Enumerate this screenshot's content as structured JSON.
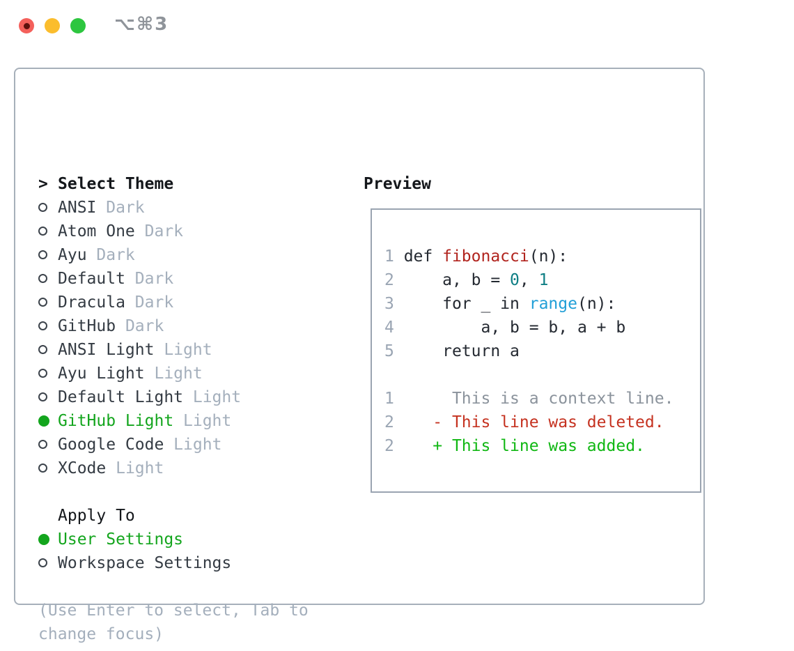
{
  "colors": {
    "fg": "#242931",
    "heading": "#14171b",
    "item": "#343b43",
    "muted": "#a4afbc",
    "lnum": "#9aa5b3",
    "ctx": "#8b939c",
    "green": "#13a51d",
    "green_bright": "#10b713",
    "red": "#b1241e",
    "red_bright": "#c53220",
    "teal": "#0e7e84",
    "blue": "#219fd7",
    "traffic_red": "#f4605b",
    "traffic_yellow": "#fbbd2d",
    "traffic_green": "#2dc63f"
  },
  "titlebar": {
    "title": "⌥⌘3",
    "buttons": [
      "close",
      "minimize",
      "zoom"
    ]
  },
  "left": {
    "prompt": ">",
    "title": "Select Theme",
    "themes": [
      {
        "name": "ANSI",
        "variant": "Dark",
        "selected": false
      },
      {
        "name": "Atom One",
        "variant": "Dark",
        "selected": false
      },
      {
        "name": "Ayu",
        "variant": "Dark",
        "selected": false
      },
      {
        "name": "Default",
        "variant": "Dark",
        "selected": false
      },
      {
        "name": "Dracula",
        "variant": "Dark",
        "selected": false
      },
      {
        "name": "GitHub",
        "variant": "Dark",
        "selected": false
      },
      {
        "name": "ANSI Light",
        "variant": "Light",
        "selected": false
      },
      {
        "name": "Ayu Light",
        "variant": "Light",
        "selected": false
      },
      {
        "name": "Default Light",
        "variant": "Light",
        "selected": false
      },
      {
        "name": "GitHub Light",
        "variant": "Light",
        "selected": true
      },
      {
        "name": "Google Code",
        "variant": "Light",
        "selected": false
      },
      {
        "name": "XCode",
        "variant": "Light",
        "selected": false
      }
    ],
    "apply": {
      "title": "Apply To",
      "options": [
        {
          "label": "User Settings",
          "selected": true
        },
        {
          "label": "Workspace Settings",
          "selected": false
        }
      ]
    },
    "help_lines": [
      "(Use Enter to select, Tab to",
      "change focus)"
    ]
  },
  "preview": {
    "title": "Preview",
    "code_lines": [
      {
        "num": "1",
        "tokens": [
          {
            "t": "def ",
            "c": "fg"
          },
          {
            "t": "fibonacci",
            "c": "red"
          },
          {
            "t": "(n):",
            "c": "fg"
          }
        ]
      },
      {
        "num": "2",
        "tokens": [
          {
            "t": "    a, b = ",
            "c": "fg"
          },
          {
            "t": "0",
            "c": "teal"
          },
          {
            "t": ", ",
            "c": "fg"
          },
          {
            "t": "1",
            "c": "teal"
          }
        ]
      },
      {
        "num": "3",
        "tokens": [
          {
            "t": "    for _ in ",
            "c": "fg"
          },
          {
            "t": "range",
            "c": "blue"
          },
          {
            "t": "(n):",
            "c": "fg"
          }
        ]
      },
      {
        "num": "4",
        "tokens": [
          {
            "t": "        a, b = b, a + b",
            "c": "fg"
          }
        ]
      },
      {
        "num": "5",
        "tokens": [
          {
            "t": "    return a",
            "c": "fg"
          }
        ]
      }
    ],
    "diff_lines": [
      {
        "num": "1",
        "tokens": [
          {
            "t": "     This is a context line.",
            "c": "ctx"
          }
        ]
      },
      {
        "num": "2",
        "tokens": [
          {
            "t": "   - This line was deleted.",
            "c": "red_bright"
          }
        ]
      },
      {
        "num": "2",
        "tokens": [
          {
            "t": "   + This line was added.",
            "c": "green_bright"
          }
        ]
      }
    ]
  }
}
